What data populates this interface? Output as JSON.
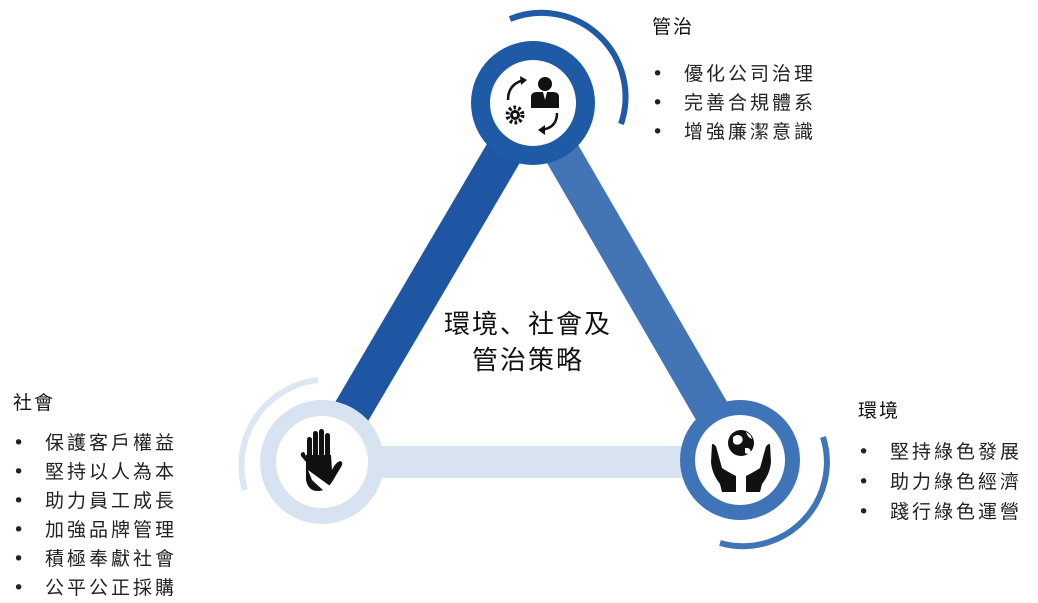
{
  "center": {
    "line1": "環境、社會及",
    "line2": "管治策略"
  },
  "pillars": {
    "governance": {
      "title": "管治",
      "items": [
        "優化公司治理",
        "完善合規體系",
        "增強廉潔意識"
      ],
      "color": "#1f5aa6",
      "icon": "gear-person-cycle-icon"
    },
    "social": {
      "title": "社會",
      "items": [
        "保護客戶權益",
        "堅持以人為本",
        "助力員工成長",
        "加強品牌管理",
        "積極奉獻社會",
        "公平公正採購"
      ],
      "color": "#d6e2f1",
      "icon": "helping-hands-icon"
    },
    "environment": {
      "title": "環境",
      "items": [
        "堅持綠色發展",
        "助力綠色經濟",
        "踐行綠色運營"
      ],
      "color": "#3f74b8",
      "icon": "globe-in-hands-icon"
    }
  }
}
